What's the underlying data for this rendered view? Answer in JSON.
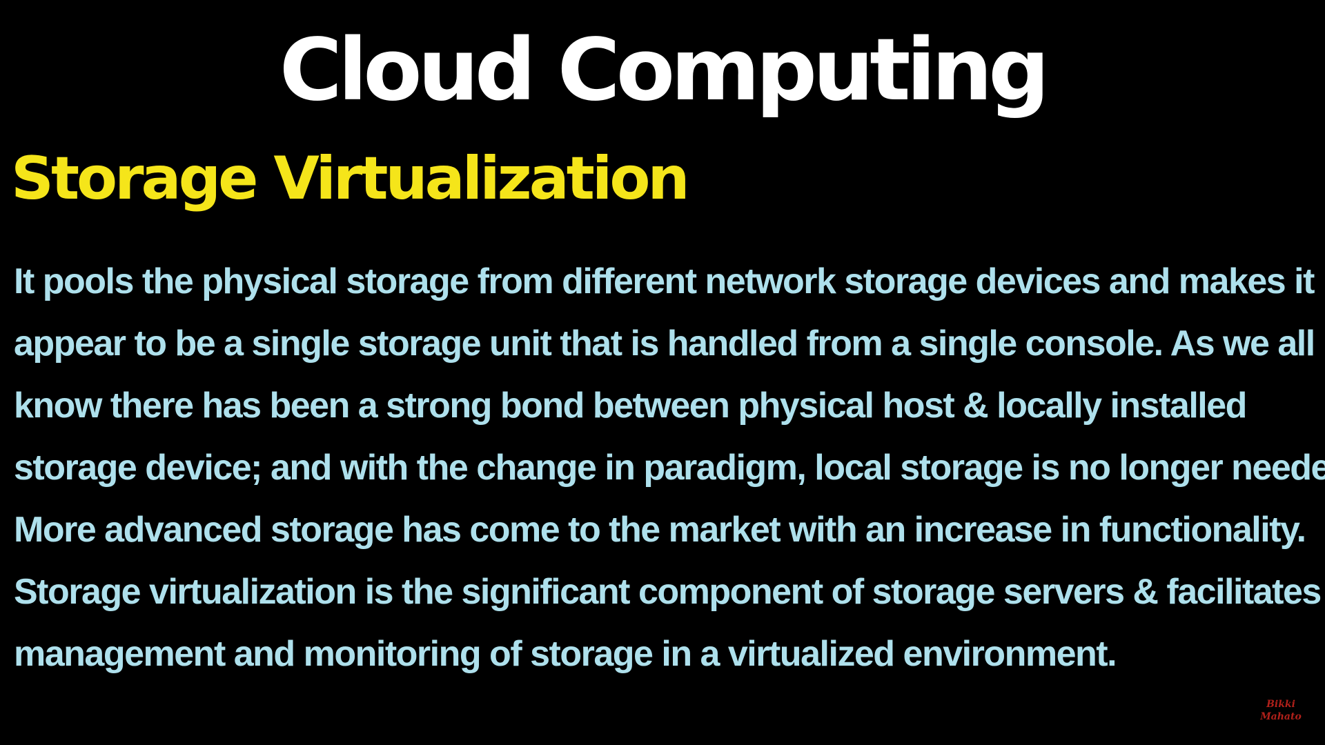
{
  "slide": {
    "title": "Cloud Computing",
    "subtitle": "Storage Virtualization",
    "body_lines": [
      "It pools the physical storage from different network storage devices and makes it",
      "appear to be a single storage unit that is handled from a single console. As we all",
      "know there has been a strong bond between physical host & locally installed",
      "storage device; and with the change in paradigm, local storage is no longer needed.",
      "More advanced storage has come to the market with an increase in functionality.",
      "Storage virtualization is the significant component of storage servers & facilitates",
      "management and monitoring of storage in a virtualized environment."
    ],
    "watermark": [
      "Bikki",
      "Mahato"
    ]
  },
  "colors": {
    "background": "#000000",
    "title": "#ffffff",
    "subtitle": "#f5e51a",
    "body": "#aee0ec",
    "watermark": "#b0201a"
  }
}
